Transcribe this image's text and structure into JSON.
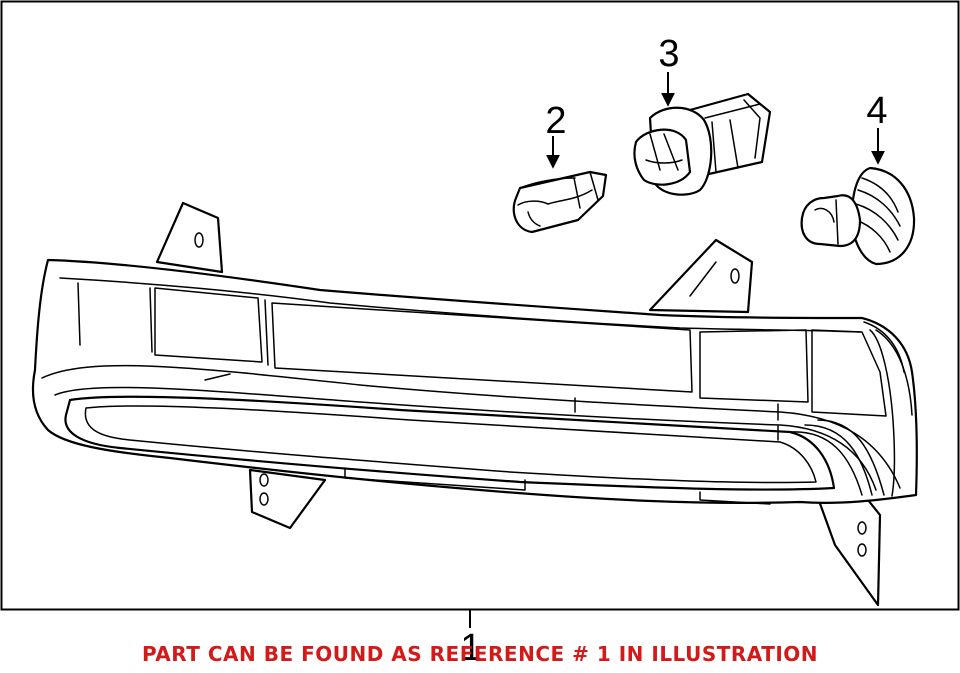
{
  "callouts": {
    "part_1": "1",
    "part_2": "2",
    "part_3": "3",
    "part_4": "4"
  },
  "caption": {
    "text": "PART CAN BE FOUND AS REFERENCE # 1 IN ILLUSTRATION",
    "color": "#d31a1a"
  }
}
